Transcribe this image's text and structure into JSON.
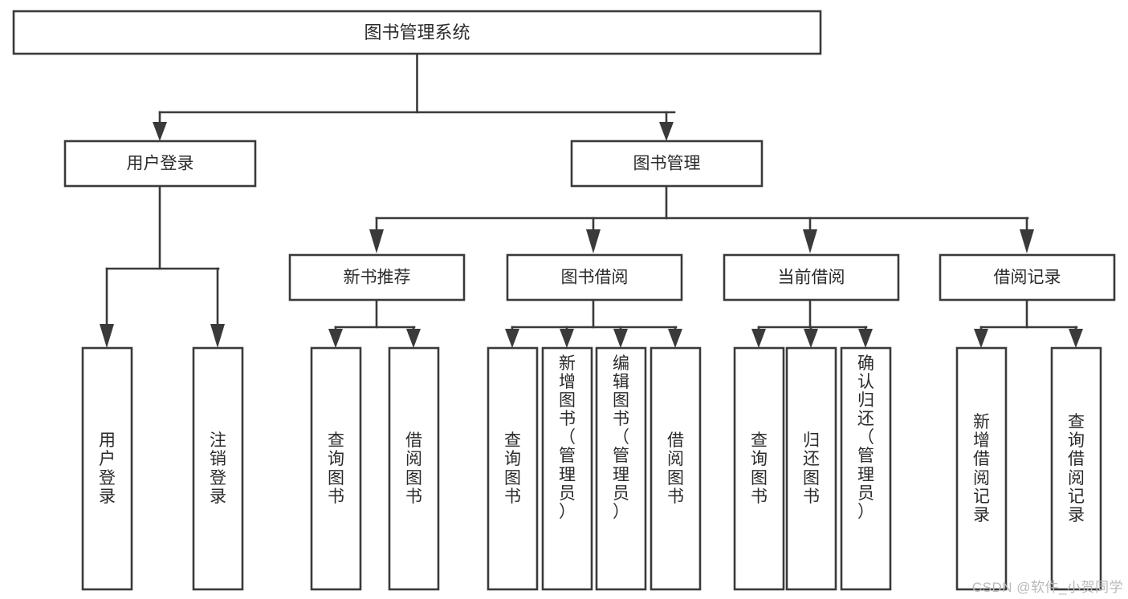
{
  "diagram": {
    "type": "tree-hierarchy",
    "title": "图书管理系统",
    "watermark": "CSDN @软件_小贺同学",
    "colors": {
      "stroke": "#3a3a3a",
      "box_fill": "#ffffff",
      "text": "#2b2b2b",
      "background": "#ffffff",
      "watermark": "#b9b9b9"
    },
    "root": {
      "label": "图书管理系统"
    },
    "level2": [
      {
        "label": "用户登录"
      },
      {
        "label": "图书管理"
      }
    ],
    "level3": [
      {
        "label": "新书推荐"
      },
      {
        "label": "图书借阅"
      },
      {
        "label": "当前借阅"
      },
      {
        "label": "借阅记录"
      }
    ],
    "leaves": {
      "user_login": [
        {
          "label": "用户登录",
          "lines": [
            "用",
            "户",
            "登",
            "录"
          ]
        },
        {
          "label": "注销登录",
          "lines": [
            "注",
            "销",
            "登",
            "录"
          ]
        }
      ],
      "new_book_recommend": [
        {
          "label": "查询图书",
          "lines": [
            "查",
            "询",
            "图",
            "书"
          ]
        },
        {
          "label": "借阅图书",
          "lines": [
            "借",
            "阅",
            "图",
            "书"
          ]
        }
      ],
      "book_borrow": [
        {
          "label": "查询图书",
          "lines": [
            "查",
            "询",
            "图",
            "书"
          ]
        },
        {
          "label": "新增图书（管理员）",
          "lines": [
            "新",
            "增",
            "图",
            "书",
            "（",
            "管",
            "理",
            "员",
            "）"
          ]
        },
        {
          "label": "编辑图书（管理员）",
          "lines": [
            "编",
            "辑",
            "图",
            "书",
            "（",
            "管",
            "理",
            "员",
            "）"
          ]
        },
        {
          "label": "借阅图书",
          "lines": [
            "借",
            "阅",
            "图",
            "书"
          ]
        }
      ],
      "current_borrow": [
        {
          "label": "查询图书",
          "lines": [
            "查",
            "询",
            "图",
            "书"
          ]
        },
        {
          "label": "归还图书",
          "lines": [
            "归",
            "还",
            "图",
            "书"
          ]
        },
        {
          "label": "确认归还（管理员）",
          "lines": [
            "确",
            "认",
            "归",
            "还",
            "（",
            "管",
            "理",
            "员",
            "）"
          ]
        }
      ],
      "borrow_record": [
        {
          "label": "新增借阅记录",
          "lines": [
            "新",
            "增",
            "借",
            "阅",
            "记",
            "录"
          ]
        },
        {
          "label": "查询借阅记录",
          "lines": [
            "查",
            "询",
            "借",
            "阅",
            "记",
            "录"
          ]
        }
      ]
    }
  }
}
